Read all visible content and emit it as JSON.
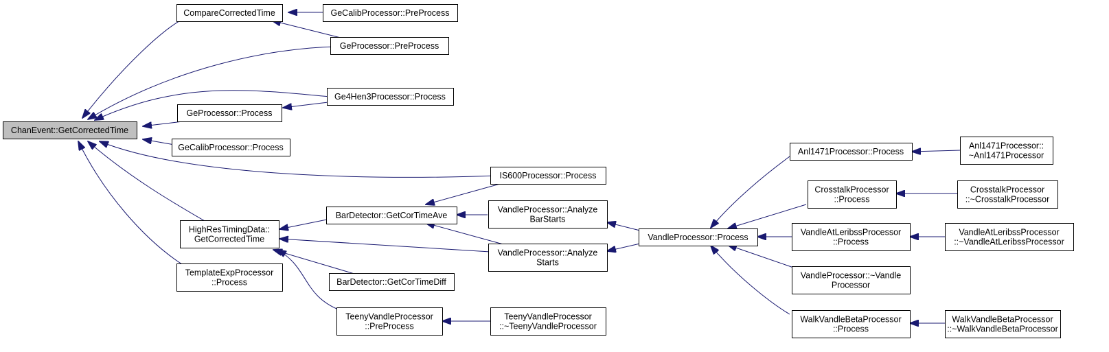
{
  "nodes": {
    "root": [
      "ChanEvent::GetCorrectedTime"
    ],
    "compare": [
      "CompareCorrectedTime"
    ],
    "gecalib_pre": [
      "GeCalibProcessor::PreProcess"
    ],
    "ge_pre": [
      "GeProcessor::PreProcess"
    ],
    "ge4hen3": [
      "Ge4Hen3Processor::Process"
    ],
    "ge_proc": [
      "GeProcessor::Process"
    ],
    "gecalib_proc": [
      "GeCalibProcessor::Process"
    ],
    "is600": [
      "IS600Processor::Process"
    ],
    "hrtd": [
      "HighResTimingData::",
      "GetCorrectedTime"
    ],
    "template": [
      "TemplateExpProcessor",
      "::Process"
    ],
    "bar_ave": [
      "BarDetector::GetCorTimeAve"
    ],
    "vandle_barstarts": [
      "VandleProcessor::Analyze",
      "BarStarts"
    ],
    "vandle_starts": [
      "VandleProcessor::Analyze",
      "Starts"
    ],
    "bar_diff": [
      "BarDetector::GetCorTimeDiff"
    ],
    "teeny_pre": [
      "TeenyVandleProcessor",
      "::PreProcess"
    ],
    "teeny_dtor": [
      "TeenyVandleProcessor",
      "::~TeenyVandleProcessor"
    ],
    "vandle_proc": [
      "VandleProcessor::Process"
    ],
    "anl_proc": [
      "Anl1471Processor::Process"
    ],
    "anl_dtor": [
      "Anl1471Processor::",
      "~Anl1471Processor"
    ],
    "cross_proc": [
      "CrosstalkProcessor",
      "::Process"
    ],
    "cross_dtor": [
      "CrosstalkProcessor",
      "::~CrosstalkProcessor"
    ],
    "vat_proc": [
      "VandleAtLeribssProcessor",
      "::Process"
    ],
    "vat_dtor": [
      "VandleAtLeribssProcessor",
      "::~VandleAtLeribssProcessor"
    ],
    "vandle_dtor": [
      "VandleProcessor::~Vandle",
      "Processor"
    ],
    "walk_proc": [
      "WalkVandleBetaProcessor",
      "::Process"
    ],
    "walk_dtor": [
      "WalkVandleBetaProcessor",
      "::~WalkVandleBetaProcessor"
    ]
  },
  "colors": {
    "edge": "#191970",
    "root_fill": "#bfbfbf",
    "node_fill": "#ffffff",
    "node_border": "#000000"
  }
}
